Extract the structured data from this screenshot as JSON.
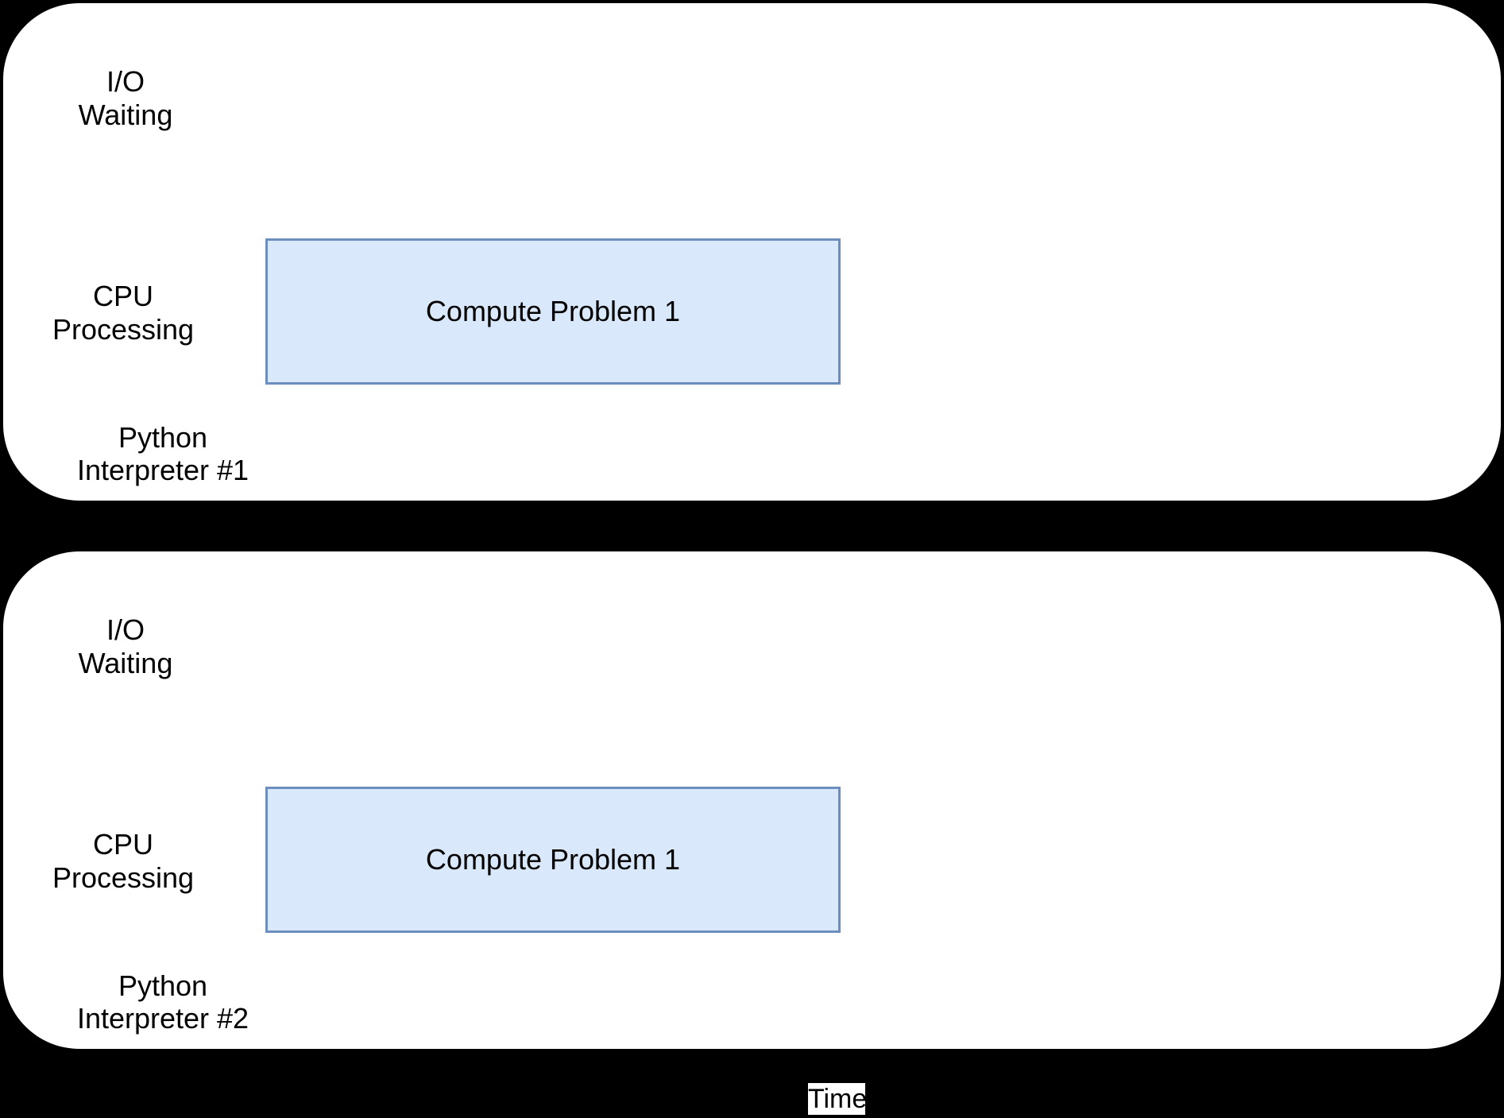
{
  "colors": {
    "background": "#000000",
    "panel": "#ffffff",
    "task_fill": "#dae8fc",
    "task_border": "#6c8ebf"
  },
  "interpreters": [
    {
      "io_label": "I/O\nWaiting",
      "cpu_label": "CPU\nProcessing",
      "interpreter_label": "Python\nInterpreter #1",
      "tasks": [
        {
          "label": "Compute Problem 1",
          "lane": "CPU Processing"
        }
      ]
    },
    {
      "io_label": "I/O\nWaiting",
      "cpu_label": "CPU\nProcessing",
      "interpreter_label": "Python\nInterpreter #2",
      "tasks": [
        {
          "label": "Compute Problem 1",
          "lane": "CPU Processing"
        }
      ]
    }
  ],
  "time_axis_label": "Time"
}
